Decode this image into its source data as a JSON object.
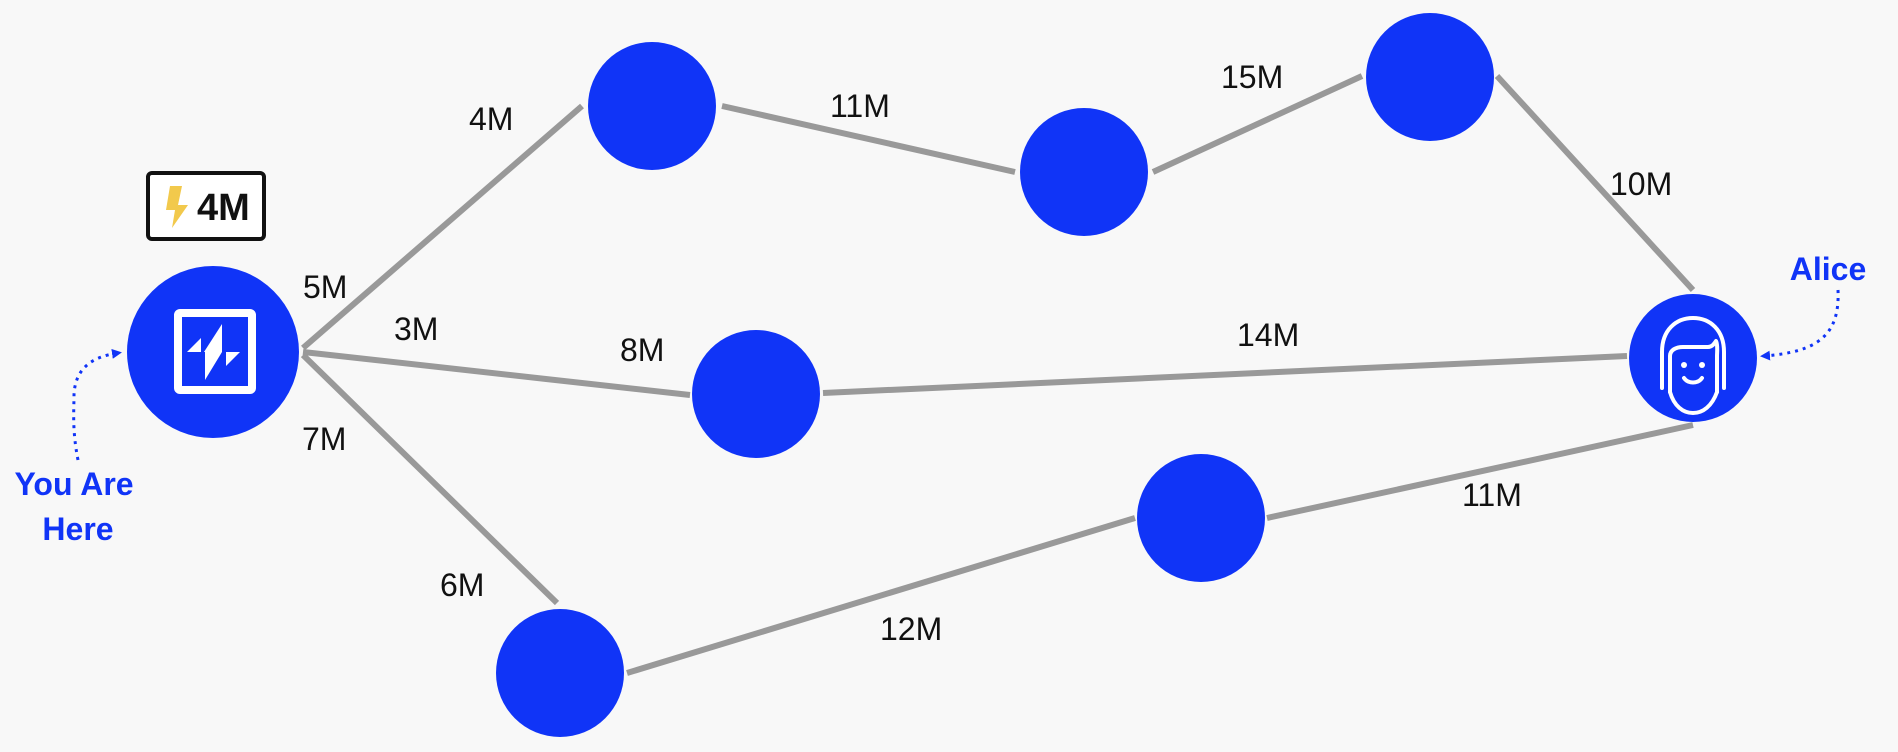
{
  "colors": {
    "node": "#1034f7",
    "edge": "#999999",
    "caption": "#1034f7",
    "bolt": "#f2c94c",
    "background": "#f8f8f8"
  },
  "badge": {
    "icon": "lightning-bolt-icon",
    "label": "4M"
  },
  "captions": {
    "start_line1": "You Are",
    "start_line2": "Here",
    "target": "Alice"
  },
  "nodes": [
    {
      "id": "you",
      "icon": "app-logo-icon"
    },
    {
      "id": "n1"
    },
    {
      "id": "n2"
    },
    {
      "id": "n3"
    },
    {
      "id": "n4"
    },
    {
      "id": "n5"
    },
    {
      "id": "n6"
    },
    {
      "id": "n7"
    },
    {
      "id": "alice",
      "icon": "girl-face-icon"
    }
  ],
  "edges": [
    {
      "from": "you",
      "to": "n1",
      "labels": [
        "5M",
        "4M"
      ]
    },
    {
      "from": "n1",
      "to": "n2",
      "labels": [
        "11M"
      ]
    },
    {
      "from": "n2",
      "to": "n3",
      "labels": [
        "15M"
      ]
    },
    {
      "from": "n3",
      "to": "alice",
      "labels": [
        "10M"
      ]
    },
    {
      "from": "you",
      "to": "n4",
      "labels": [
        "3M",
        "8M"
      ]
    },
    {
      "from": "n4",
      "to": "alice",
      "labels": [
        "14M"
      ]
    },
    {
      "from": "you",
      "to": "n5",
      "labels": [
        "7M",
        "6M"
      ]
    },
    {
      "from": "n5",
      "to": "n6",
      "labels": [
        "12M"
      ]
    },
    {
      "from": "n6",
      "to": "alice",
      "labels": [
        "11M"
      ]
    }
  ]
}
